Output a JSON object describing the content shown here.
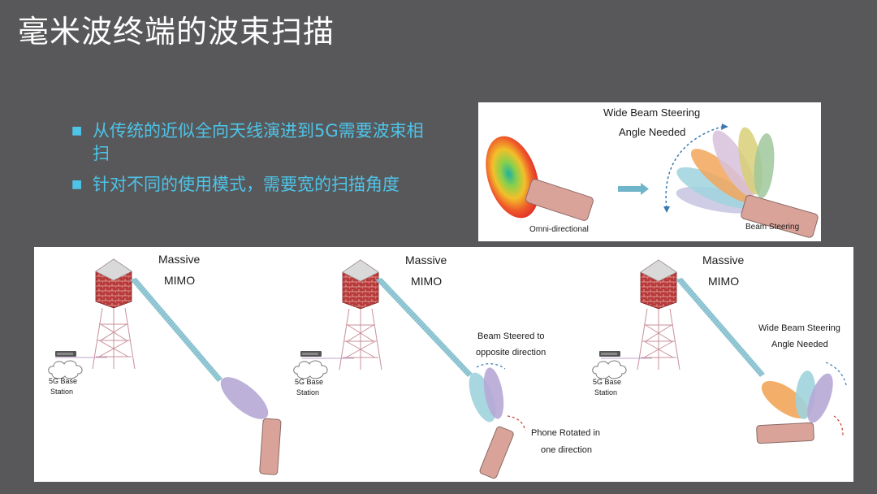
{
  "slide": {
    "title": "毫米波终端的波束扫描",
    "bullets": [
      "从传统的近似全向天线演进到5G需要波束相扫",
      "针对不同的使用模式，需要宽的扫描角度"
    ]
  },
  "top_figure": {
    "header_line1": "Wide Beam Steering",
    "header_line2": "Angle Needed",
    "omni_label": "Omni-directional",
    "steer_label": "Beam Steering"
  },
  "bottom_figure": {
    "tower_line1": "Massive",
    "tower_line2": "MIMO",
    "station_line1": "5G Base",
    "station_line2": "Station",
    "scene2_note_line1": "Beam Steered to",
    "scene2_note_line2": "opposite direction",
    "scene2_phone_line1": "Phone Rotated in",
    "scene2_phone_line2": "one direction",
    "scene3_note_line1": "Wide Beam Steering",
    "scene3_note_line2": "Angle Needed"
  },
  "colors": {
    "background": "#58585a",
    "title": "#ffffff",
    "bullet_text": "#4dc4e8",
    "tower_red": "#b8393a",
    "phone_pink": "#d9a39a",
    "beam_purple": "#b6a9d6",
    "beam_cyan": "#9fd3dd"
  }
}
